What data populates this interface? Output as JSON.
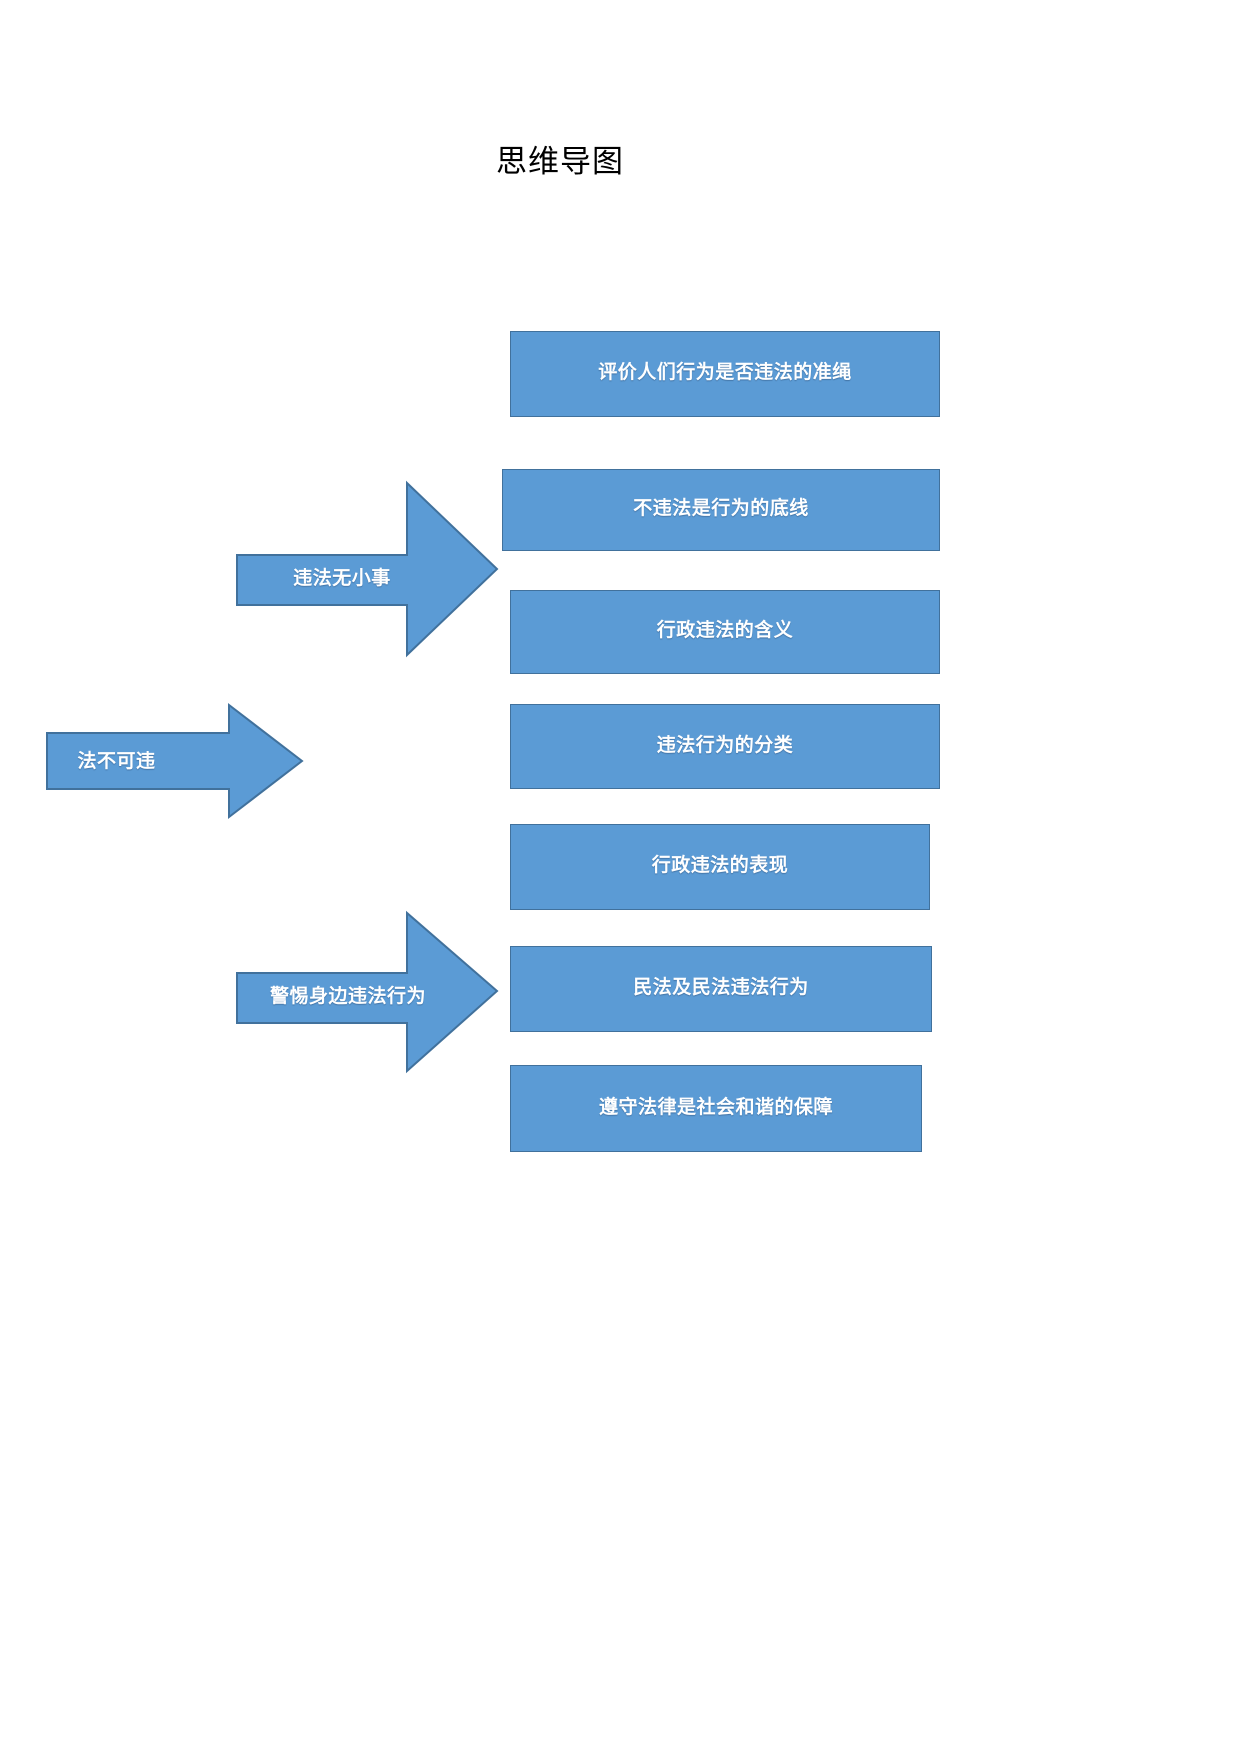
{
  "document": {
    "title": "思维导图"
  },
  "theme": {
    "shape_fill": "#5B9BD5",
    "shape_border": "#41719C",
    "shape_text": "#FFFFFF",
    "title_text": "#000000",
    "page_background": "#FFFFFF"
  },
  "diagram": {
    "type": "mind-map",
    "root": {
      "label": "法不可违",
      "shape": "right-arrow"
    },
    "branches": [
      {
        "label": "违法无小事",
        "shape": "right-arrow",
        "children": [
          "评价人们行为是否违法的准绳",
          "不违法是行为的底线",
          "行政违法的含义"
        ]
      },
      {
        "label": "警惕身边违法行为",
        "shape": "right-arrow",
        "children": [
          "违法行为的分类",
          "行政违法的表现",
          "民法及民法违法行为",
          "遵守法律是社会和谐的保障"
        ]
      }
    ],
    "nodes": [
      {
        "label": "评价人们行为是否违法的准绳"
      },
      {
        "label": "不违法是行为的底线"
      },
      {
        "label": "行政违法的含义"
      },
      {
        "label": "违法行为的分类"
      },
      {
        "label": "行政违法的表现"
      },
      {
        "label": "民法及民法违法行为"
      },
      {
        "label": "遵守法律是社会和谐的保障"
      }
    ]
  }
}
